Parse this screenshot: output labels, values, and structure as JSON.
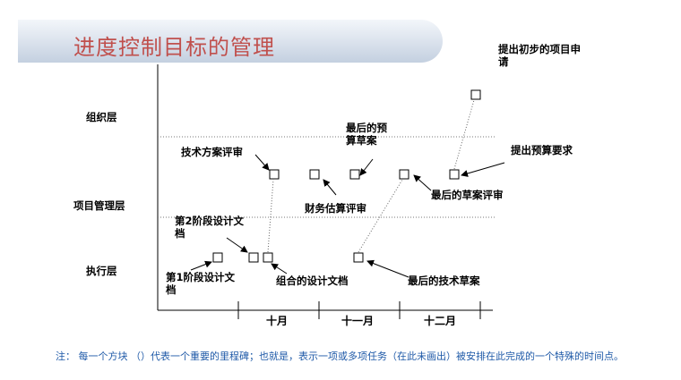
{
  "title": "进度控制目标的管理",
  "levels": {
    "organization": "组织层",
    "project_management": "项目管理层",
    "execution": "执行层"
  },
  "months": [
    "十月",
    "十一月",
    "十二月"
  ],
  "milestones": {
    "initial_proposal": "提出初步的项目申请",
    "tech_review": "技术方案评审",
    "final_budget_draft": "最后的预算草案",
    "budget_request": "提出预算要求",
    "finance_estimate_review": "财务估算评审",
    "final_draft_review": "最后的草案评审",
    "phase2_design": "第2阶段设计文档",
    "phase1_design": "第1阶段设计文档",
    "combined_design": "组合的设计文档",
    "final_tech_draft": "最后的技术草案"
  },
  "note": "注：  每一个方块 （）代表一个重要的里程碑；也就是，表示一项或多项任务（在此未画出）被安排在此完成的一个特殊的时间点。"
}
